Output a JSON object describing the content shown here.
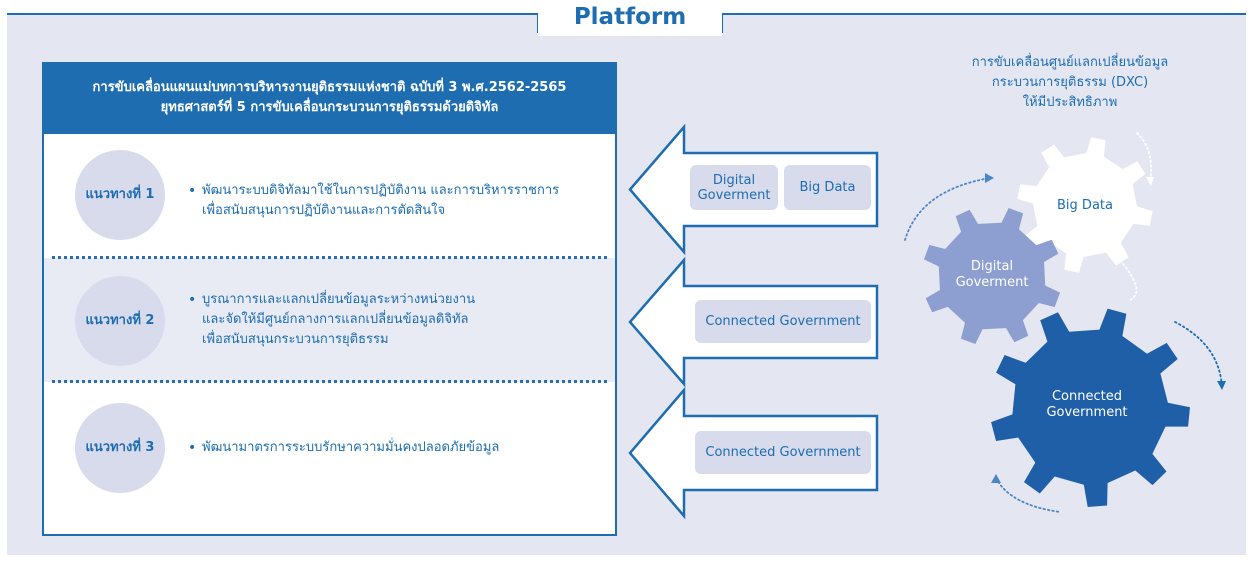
{
  "header": {
    "title": "Platform"
  },
  "plan": {
    "heading_line1": "การขับเคลื่อนแผนแม่บทการบริหารงานยุติธรรมแห่งชาติ ฉบับที่ 3 พ.ศ.2562-2565",
    "heading_line2": "ยุทธศาสตร์ที่ 5 การขับเคลื่อนกระบวนการยุติธรรมด้วยดิจิทัล",
    "approaches": [
      {
        "label": "แนวทางที่ 1",
        "bullet": "•",
        "lines": [
          "พัฒนาระบบดิจิทัลมาใช้ในการปฏิบัติงาน และการบริหารราชการ",
          "เพื่อสนับสนุนการปฏิบัติงานและการตัดสินใจ"
        ]
      },
      {
        "label": "แนวทางที่ 2",
        "bullet": "•",
        "lines": [
          "บูรณาการและแลกเปลี่ยนข้อมูลระหว่างหน่วยงาน",
          "และจัดให้มีศูนย์กลางการแลกเปลี่ยนข้อมูลดิจิทัล",
          "เพื่อสนับสนุนกระบวนการยุติธรรม"
        ]
      },
      {
        "label": "แนวทางที่ 3",
        "bullet": "•",
        "lines": [
          "พัฒนามาตรการระบบรักษาความมั่นคงปลอดภัยข้อมูล"
        ]
      }
    ]
  },
  "arrows": {
    "row1_tags": [
      "Digital Goverment",
      "Big Data"
    ],
    "row1_tag1_line1": "Digital",
    "row1_tag1_line2": "Goverment",
    "row2_tag": "Connected Government",
    "row3_tag": "Connected Government"
  },
  "dxc": {
    "title_line1": "การขับเคลื่อนศูนย์แลกเปลี่ยนข้อมูล",
    "title_line2": "กระบวนการยุติธรรม (DXC)",
    "title_line3": "ให้มีประสิทธิภาพ",
    "gear_big_data": "Big Data",
    "gear_digital_line1": "Digital",
    "gear_digital_line2": "Goverment",
    "gear_connected_line1": "Connected",
    "gear_connected_line2": "Government"
  },
  "colors": {
    "primary": "#1d6db0",
    "panel": "#e4e7f2",
    "tag": "#d7dbec",
    "gear_big_data": "#ffffff",
    "gear_digital": "#8d9fd0",
    "gear_connected": "#1f5fa8"
  }
}
